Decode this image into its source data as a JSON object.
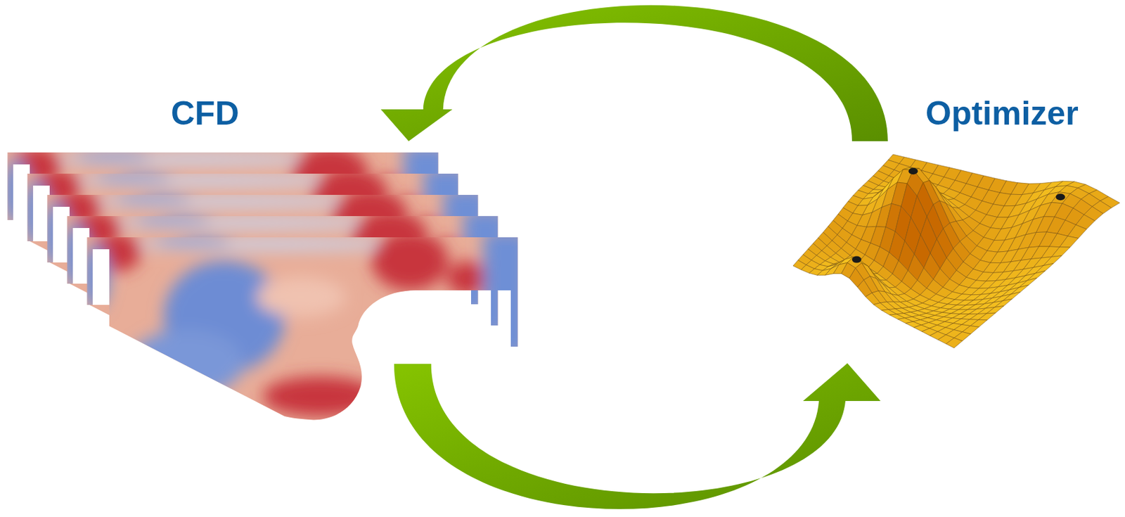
{
  "diagram": {
    "nodes": [
      {
        "text": [
          "CFD"
        ]
      },
      {
        "text": [
          "Optimizer"
        ]
      }
    ],
    "edges": [
      {
        "from": 1,
        "to": 0,
        "arrow": "to"
      },
      {
        "from": 0,
        "to": 1,
        "arrow": "to"
      }
    ]
  }
}
